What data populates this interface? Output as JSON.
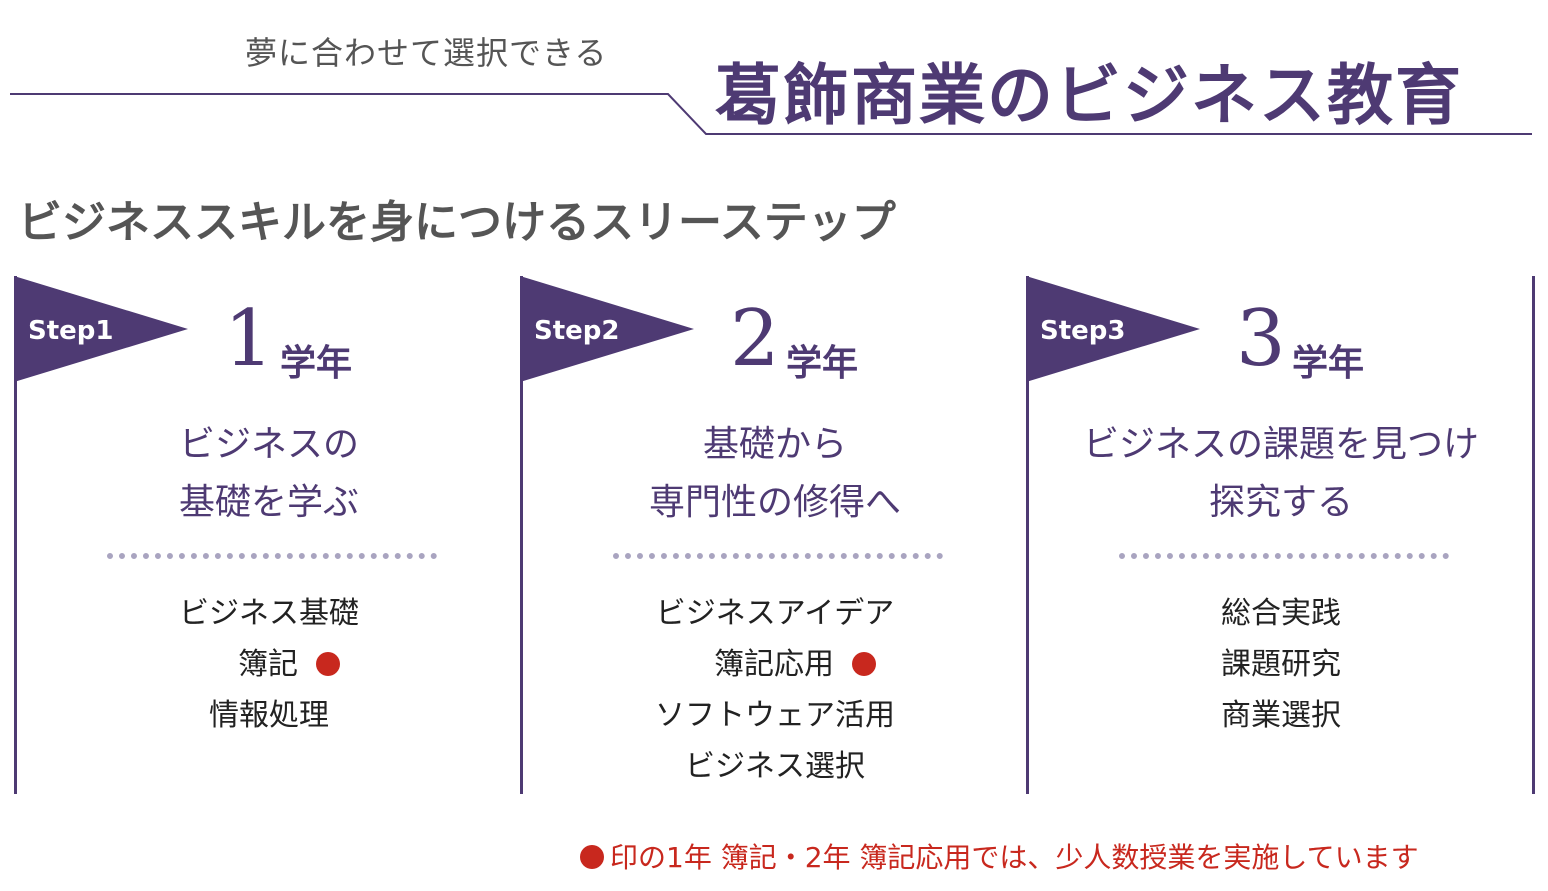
{
  "header": {
    "subtitle": "夢に合わせて選択できる",
    "title": "葛飾商業のビジネス教育"
  },
  "section_heading": "ビジネススキルを身につけるスリーステップ",
  "steps": [
    {
      "step_label": "Step1",
      "grade_number": "1",
      "grade_unit": "学年",
      "theme_lines": [
        "ビジネスの",
        "基礎を学ぶ"
      ],
      "subjects": [
        {
          "name": "ビジネス基礎",
          "marked": false
        },
        {
          "name": "簿記",
          "marked": true
        },
        {
          "name": "情報処理",
          "marked": false
        }
      ]
    },
    {
      "step_label": "Step2",
      "grade_number": "2",
      "grade_unit": "学年",
      "theme_lines": [
        "基礎から",
        "専門性の修得へ"
      ],
      "subjects": [
        {
          "name": "ビジネスアイデア",
          "marked": false
        },
        {
          "name": "簿記応用",
          "marked": true
        },
        {
          "name": "ソフトウェア活用",
          "marked": false
        },
        {
          "name": "ビジネス選択",
          "marked": false
        }
      ]
    },
    {
      "step_label": "Step3",
      "grade_number": "3",
      "grade_unit": "学年",
      "theme_lines": [
        "ビジネスの課題を見つけ",
        "探究する"
      ],
      "subjects": [
        {
          "name": "総合実践",
          "marked": false
        },
        {
          "name": "課題研究",
          "marked": false
        },
        {
          "name": "商業選択",
          "marked": false
        }
      ]
    }
  ],
  "footnote": "印の1年 簿記・2年 簿記応用では、少人数授業を実施しています",
  "colors": {
    "accent": "#4e3a73",
    "mark": "#c8281e"
  }
}
